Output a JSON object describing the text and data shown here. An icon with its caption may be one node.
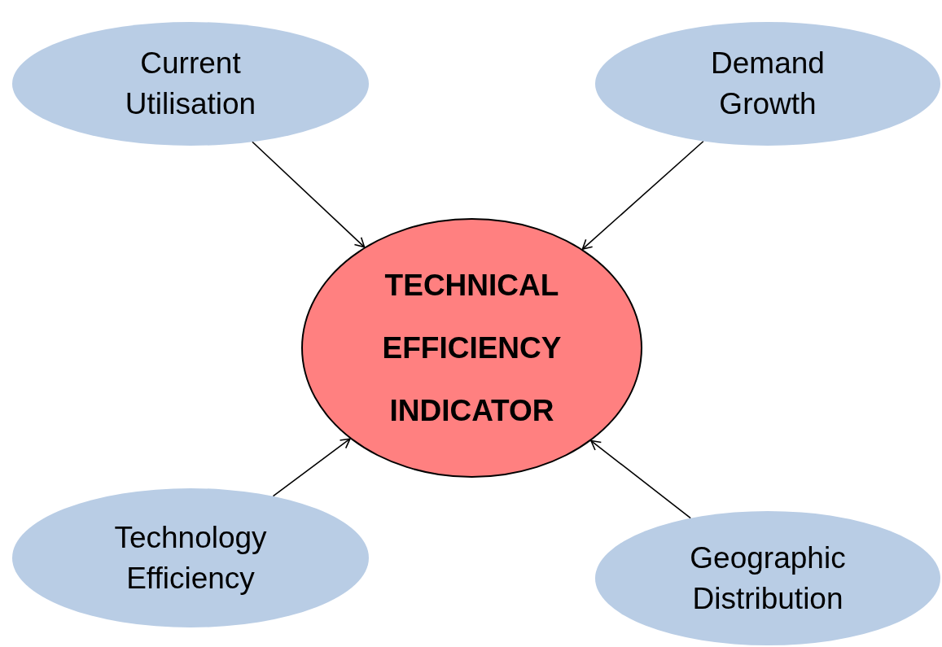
{
  "diagram": {
    "nodes": [
      {
        "text": [
          "Current Utilisation"
        ]
      },
      {
        "text": [
          "Demand Growth"
        ]
      },
      {
        "text": [
          "TECHNICAL EFFICIENCY INDICATOR"
        ]
      },
      {
        "text": [
          "Technology Efficiency"
        ]
      },
      {
        "text": [
          "Geographic Distribution"
        ]
      }
    ],
    "edges": [
      {
        "from": 0,
        "to": 2,
        "arrow": "to"
      },
      {
        "from": 1,
        "to": 2,
        "arrow": "to"
      },
      {
        "from": 3,
        "to": 2,
        "arrow": "to"
      },
      {
        "from": 4,
        "to": 2,
        "arrow": "to"
      }
    ]
  }
}
